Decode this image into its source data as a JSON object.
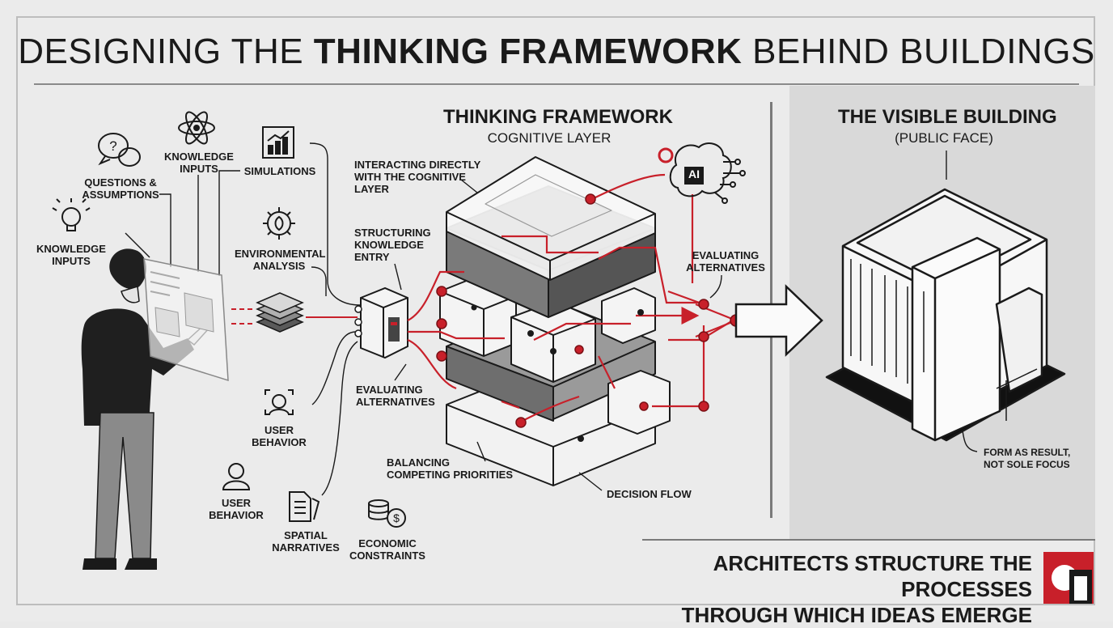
{
  "title": {
    "regular_a": "DESIGNING THE ",
    "bold": "THINKING FRAMEWORK",
    "regular_b": " BEHIND BUILDINGS"
  },
  "framework": {
    "heading": "THINKING FRAMEWORK",
    "subheading": "COGNITIVE LAYER"
  },
  "building": {
    "heading": "THE VISIBLE BUILDING",
    "subheading": "(PUBLIC FACE)",
    "note": "FORM AS RESULT,\nNOT SOLE FOCUS"
  },
  "inputs": {
    "knowledge_inputs_top": "KNOWLEDGE\nINPUTS",
    "questions": "QUESTIONS &\nASSUMPTIONS",
    "knowledge_inputs_left": "KNOWLEDGE\nINPUTS",
    "simulations": "SIMULATIONS",
    "environmental": "ENVIRONMENTAL\nANALYSIS",
    "user_behavior_a": "USER\nBEHAVIOR",
    "user_behavior_b": "USER\nBEHAVIOR",
    "spatial": "SPATIAL\nNARRATIVES",
    "economic": "ECONOMIC\nCONSTRAINTS"
  },
  "annotations": {
    "interacting": "INTERACTING DIRECTLY\nWITH THE COGNITIVE\nLAYER",
    "structuring": "STRUCTURING\nKNOWLEDGE\nENTRY",
    "evaluating_left": "EVALUATING\nALTERNATIVES",
    "evaluating_right": "EVALUATING\nALTERNATIVES",
    "balancing": "BALANCING\nCOMPETING PRIORITIES",
    "decision_flow": "DECISION FLOW",
    "ai_badge": "AI"
  },
  "tagline": "ARCHITECTS STRUCTURE THE PROCESSES\nTHROUGH WHICH IDEAS EMERGE",
  "icons": [
    "question-bubble-icon",
    "atom-icon",
    "chart-icon",
    "lightbulb-icon",
    "gear-leaf-icon",
    "stacked-layers-icon",
    "user-search-icon",
    "user-icon",
    "document-icon",
    "coins-dollar-icon",
    "brain-ai-icon",
    "logo-icon"
  ],
  "colors": {
    "accent": "#c8202a",
    "ink": "#1a1a1a",
    "panel": "#d9d9d9",
    "background": "#ebebeb"
  }
}
